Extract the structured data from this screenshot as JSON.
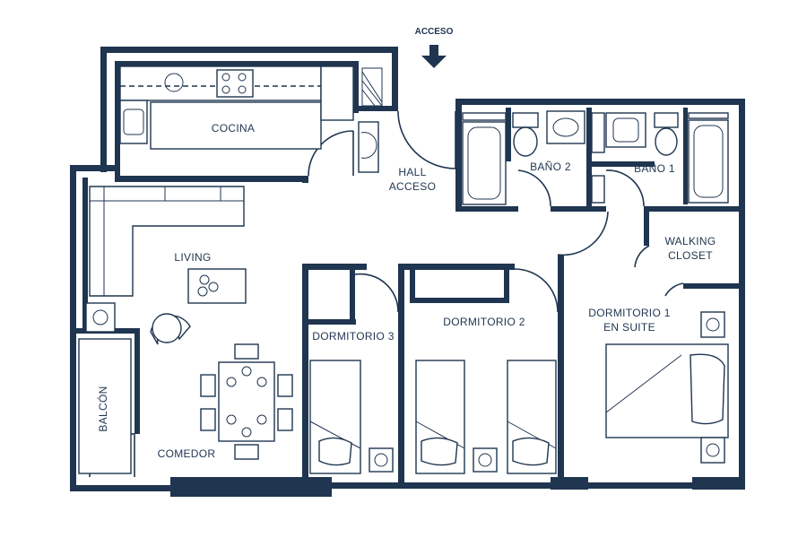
{
  "colors": {
    "wall": "#1f3550",
    "background": "#ffffff"
  },
  "labels": {
    "acceso": "ACCESO",
    "cocina": "COCINA",
    "hall_1": "HALL",
    "hall_2": "ACCESO",
    "bano2": "BAÑO 2",
    "bano1": "BAÑO 1",
    "walking_1": "WALKING",
    "walking_2": "CLOSET",
    "living": "LIVING",
    "dorm3": "DORMITORIO 3",
    "dorm2": "DORMITORIO 2",
    "dorm1_1": "DORMITORIO 1",
    "dorm1_2": "EN SUITE",
    "balcon": "BALCÓN",
    "comedor": "COMEDOR"
  },
  "icons": [
    "entry-arrow-icon",
    "toilet-icon",
    "sink-icon",
    "bathtub-icon",
    "bed-icon",
    "stove-icon",
    "table-icon",
    "sofa-icon",
    "armchair-icon"
  ]
}
